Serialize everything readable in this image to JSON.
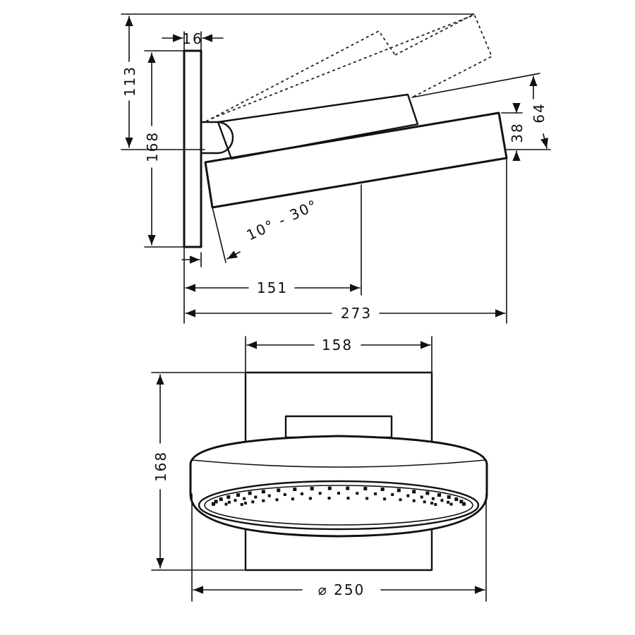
{
  "side_view": {
    "dim_width": "16",
    "dim_top": "113",
    "dim_height": "168",
    "dim_angle": "10° - 30°",
    "dim_151": "151",
    "dim_273": "273",
    "dim_38": "38",
    "dim_64": "64"
  },
  "front_view": {
    "dim_width": "158",
    "dim_height": "168",
    "dim_diameter": "⌀ 250"
  }
}
